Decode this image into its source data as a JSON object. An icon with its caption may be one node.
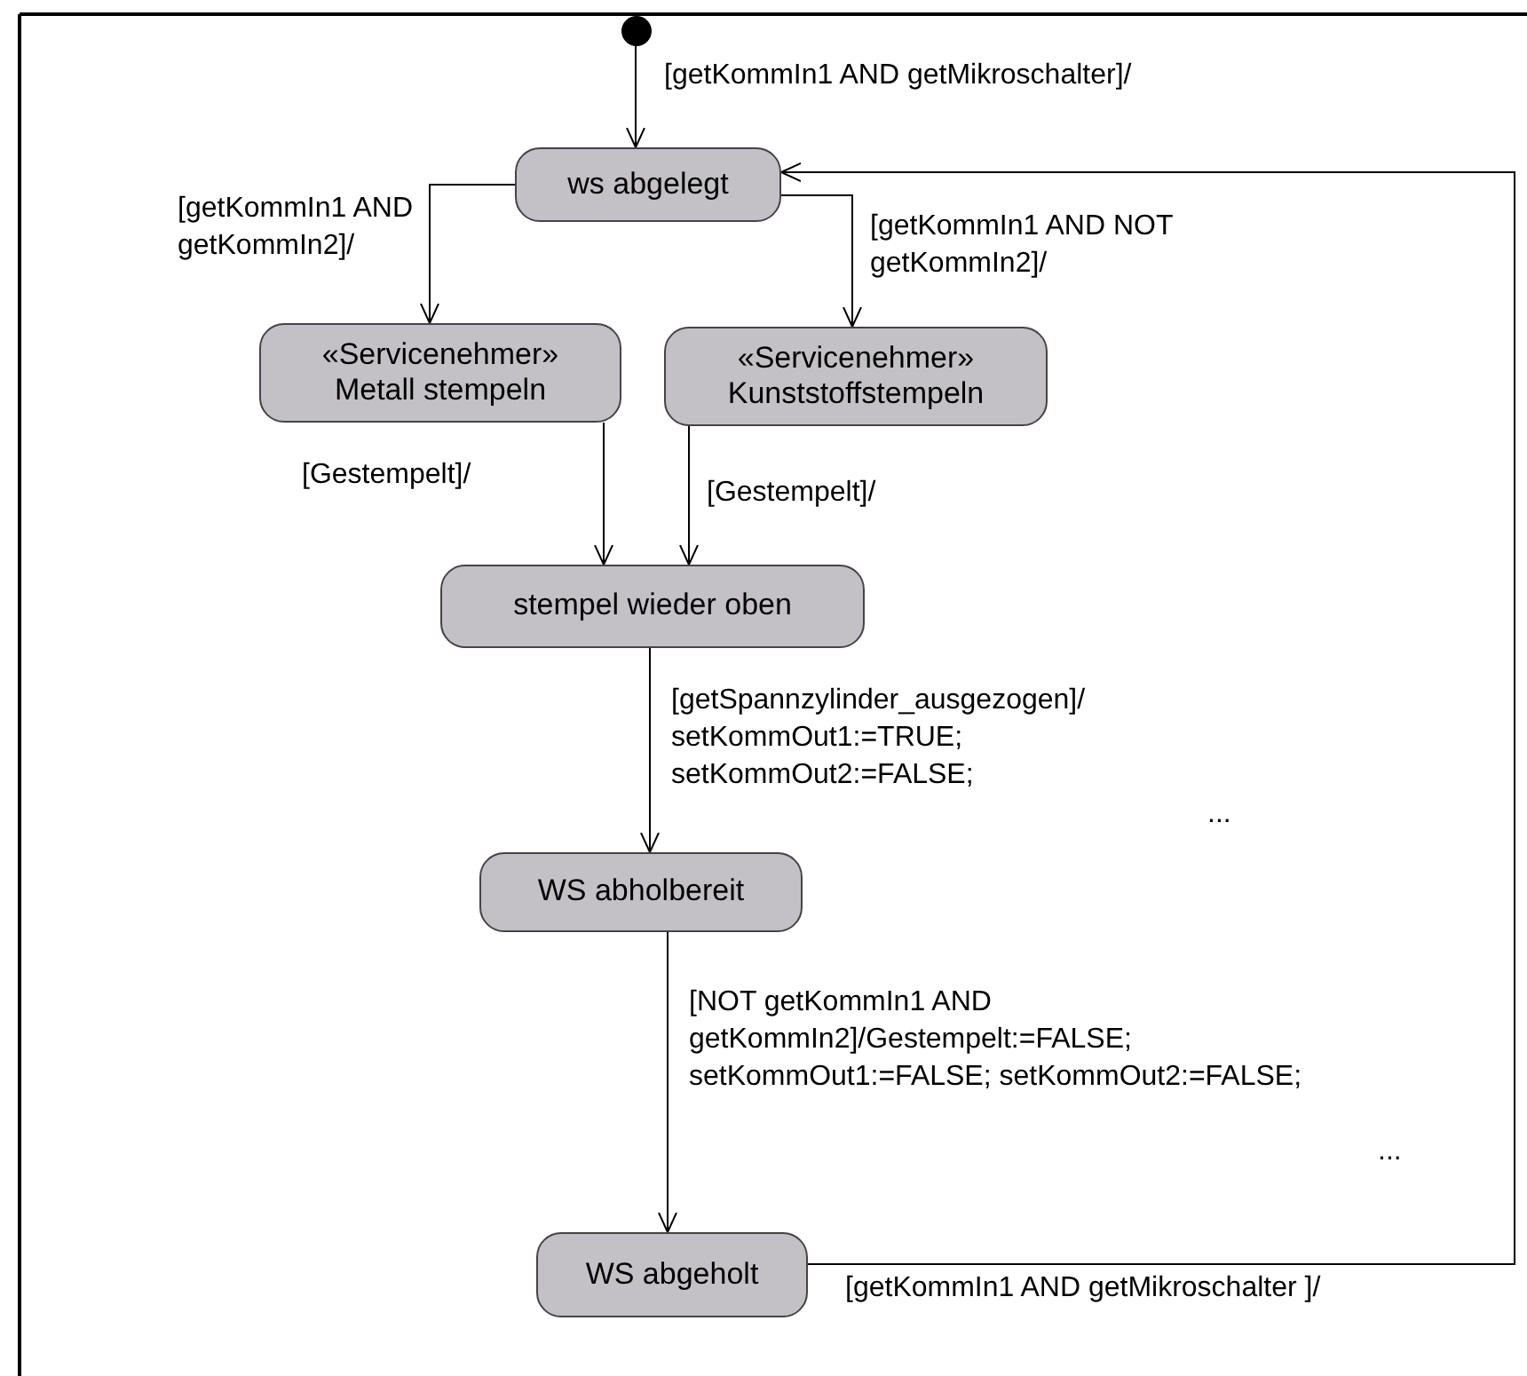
{
  "diagram": {
    "nodes": [
      {
        "text": [],
        "shape": "circle"
      },
      {
        "text": [
          "ws abgelegt"
        ]
      },
      {
        "text": [
          "«Servicenehmer»",
          "Metall stempeln"
        ]
      },
      {
        "text": [
          "«Servicenehmer»",
          "Kunststoffstempeln"
        ]
      },
      {
        "text": [
          "stempel wieder oben"
        ]
      },
      {
        "text": [
          "WS abholbereit"
        ]
      },
      {
        "text": [
          "WS abgeholt"
        ]
      }
    ],
    "edges": [
      {
        "from": 0,
        "to": 1,
        "arrow": "to",
        "label": "[getKommIn1 AND getMikroschalter]/"
      },
      {
        "from": 1,
        "to": 2,
        "arrow": "to",
        "label": "[getKommIn1 AND getKommIn2]/"
      },
      {
        "from": 1,
        "to": 3,
        "arrow": "to",
        "label": "[getKommIn1 AND NOT getKommIn2]/"
      },
      {
        "from": 2,
        "to": 4,
        "arrow": "to",
        "label": "[Gestempelt]/"
      },
      {
        "from": 3,
        "to": 4,
        "arrow": "to",
        "label": "[Gestempelt]/"
      },
      {
        "from": 4,
        "to": 5,
        "arrow": "to",
        "label": "[getSpannzylinder_ausgezogen]/ setKommOut1:=TRUE; setKommOut2:=FALSE;"
      },
      {
        "from": 5,
        "to": 6,
        "arrow": "to",
        "label": "[NOT getKommIn1 AND getKommIn2]/Gestempelt:=FALSE; setKommOut1:=FALSE; setKommOut2:=FALSE;"
      },
      {
        "from": 6,
        "to": 1,
        "arrow": "to",
        "label": "[getKommIn1 AND getMikroschalter ]/"
      }
    ],
    "labels": [
      "...",
      "..."
    ]
  }
}
